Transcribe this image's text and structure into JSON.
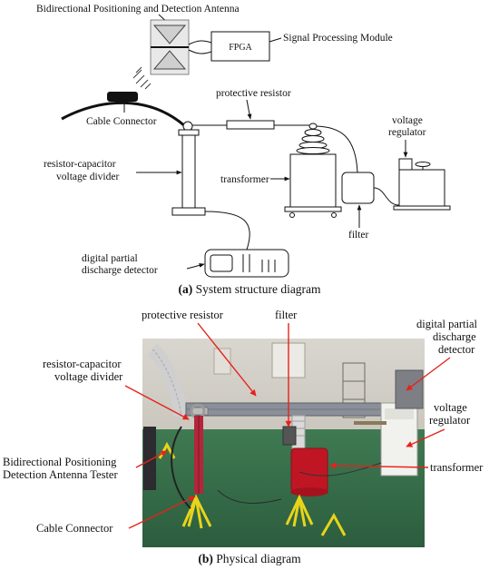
{
  "diagram_a": {
    "antenna_label": "Bidirectional Positioning and Detection Antenna",
    "fpga_label": "FPGA",
    "signal_module_label": "Signal Processing Module",
    "protective_resistor_label": "protective resistor",
    "voltage_regulator_line1": "voltage",
    "voltage_regulator_line2": "regulator",
    "cable_connector_label": "Cable Connector",
    "divider_line1": "resistor-capacitor",
    "divider_line2": "voltage divider",
    "transformer_label": "transformer",
    "filter_label": "filter",
    "detector_line1": "digital partial",
    "detector_line2": "discharge detector",
    "caption_letter": "(a)",
    "caption_text": " System structure diagram"
  },
  "diagram_b": {
    "protective_resistor_label": "protective resistor",
    "filter_label": "filter",
    "detector_line1": "digital partial",
    "detector_line2": "discharge",
    "detector_line3": "detector",
    "divider_line1": "resistor-capacitor",
    "divider_line2": "voltage divider",
    "regulator_line1": "voltage",
    "regulator_line2": "regulator",
    "antenna_line1": "Bidirectional Positioning",
    "antenna_line2": "Detection Antenna Tester",
    "transformer_label": "transformer",
    "cable_connector_label": "Cable Connector",
    "caption_letter": "(b)",
    "caption_text": " Physical diagram"
  },
  "colors": {
    "arrow_red": "#e5231b",
    "line": "#111111"
  }
}
